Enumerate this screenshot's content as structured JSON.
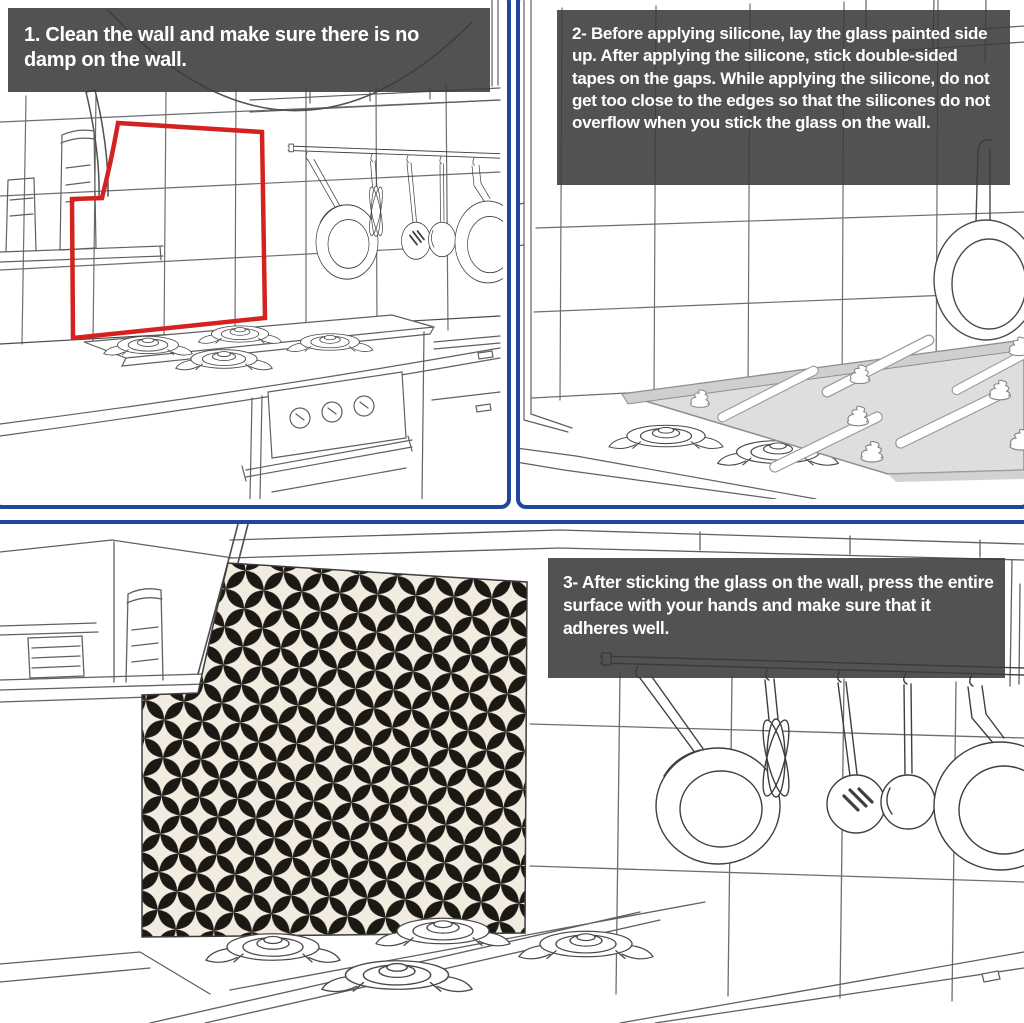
{
  "page": {
    "type": "product-installation-instructions",
    "subject": "kitchen glass backsplash panel",
    "background": "#ffffff"
  },
  "colors": {
    "frame_blue": "#1e479e",
    "step_box_bg": "rgba(58,58,58,0.88)",
    "step_text": "#ffffff",
    "highlight_red": "#d42220",
    "glass_gray": "#dedede",
    "sketch_line": "#555555",
    "pattern_bg": "#f1ecdf",
    "pattern_petal": "#1c1915"
  },
  "steps": [
    {
      "number": "1",
      "text": "1. Clean the wall and make sure there is no damp on the wall."
    },
    {
      "number": "2",
      "text": "2- Before applying silicone, lay the glass painted side up. After applying the silicone, stick double-sided tapes on the gaps. While applying the silicone, do not get too close to the edges so that the silicones do not overflow when you stick the glass on the wall."
    },
    {
      "number": "3",
      "text": "3- After sticking the glass on the wall, press the entire surface with your hands and make sure that it adheres well."
    }
  ],
  "panels": [
    {
      "id": "step-1-panel",
      "illustration": "kitchen line sketch, red outline marks wall area above hob"
    },
    {
      "id": "step-2-panel",
      "illustration": "kitchen line sketch, glass laid on counter with silicone dollops and tape strips"
    },
    {
      "id": "step-3-panel",
      "illustration": "kitchen line sketch, patterned glass panel stuck on wall above hob"
    }
  ]
}
